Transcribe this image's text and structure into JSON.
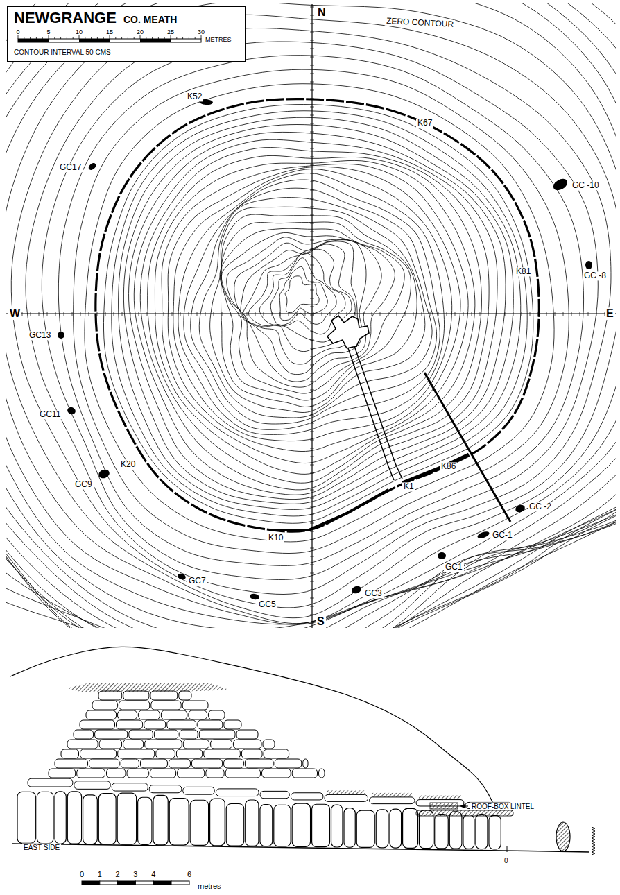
{
  "diagram": {
    "nodes": [
      {
        "text": [
          "NEWGRANGE",
          "CO. MEATH",
          "0",
          "5",
          "10",
          "15",
          "20",
          "25",
          "30",
          "METRES",
          "CONTOUR INTERVAL 50 CMS"
        ]
      }
    ],
    "labels": [
      "N",
      "ZERO CONTOUR",
      "K52",
      "K67",
      "GC17",
      "GC -10",
      "K81",
      "GC -8",
      "W",
      "E",
      "GC13",
      "GC11",
      "K20",
      "K86",
      "K1",
      "GC -2",
      "GC9",
      "GC-1",
      "K10",
      "GC1",
      "GC7",
      "GC3",
      "GC5",
      "S",
      "ROOF-BOX LINTEL",
      "EAST SIDE",
      "0",
      "0",
      "1",
      "2",
      "3",
      "4",
      "6",
      "metres"
    ]
  }
}
